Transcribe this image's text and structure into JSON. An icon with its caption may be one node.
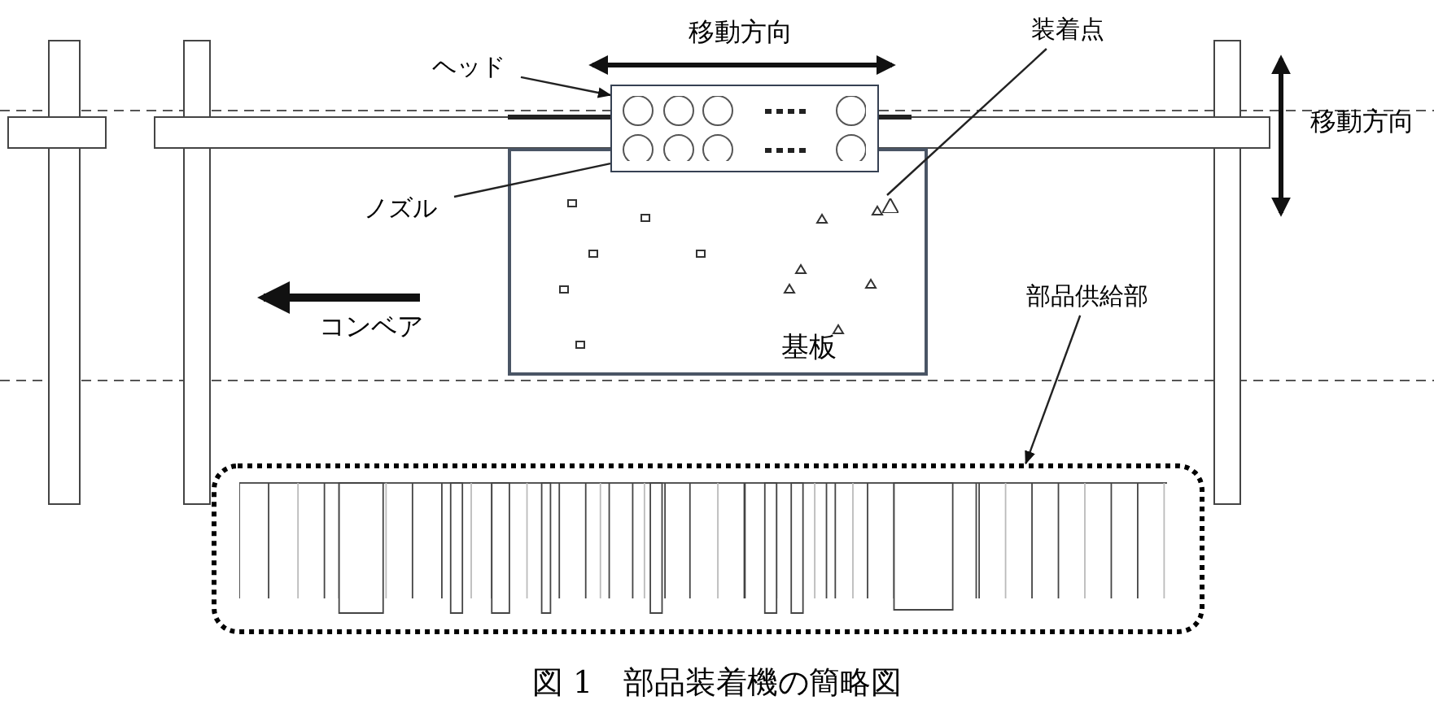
{
  "diagram": {
    "caption": "図 1　部品装着機の簡略図",
    "nodes": [
      {
        "text": [
          "ヘッド"
        ]
      },
      {
        "text": [],
        "shape": "box"
      },
      {
        "text": [
          "ノズル"
        ]
      },
      {
        "text": [
          "装着点"
        ]
      },
      {
        "text": [
          "基板"
        ]
      },
      {
        "text": [],
        "shape": "triangle",
        "in": 4
      },
      {
        "text": [
          "部品供給部"
        ]
      },
      {
        "text": [],
        "shape": "box"
      }
    ],
    "edges": [
      {
        "from": 0,
        "to": 1,
        "arrow": "to"
      },
      {
        "from": 2,
        "to": 1,
        "arrow": "none"
      },
      {
        "from": 3,
        "to": 5,
        "arrow": "none"
      },
      {
        "from": 6,
        "to": 7,
        "arrow": "to"
      }
    ],
    "labels": [
      "移動方向",
      "移動方向",
      "コンベア"
    ]
  }
}
